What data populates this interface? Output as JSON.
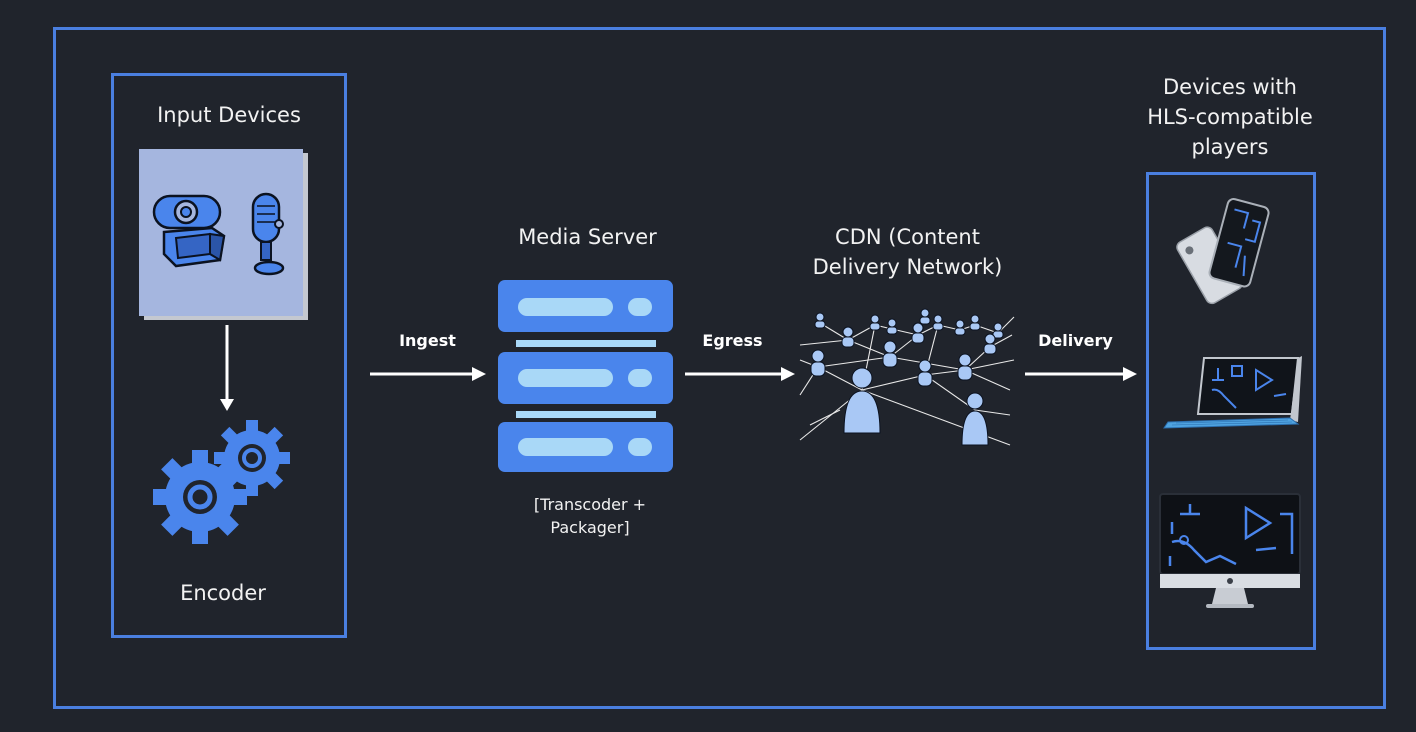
{
  "input": {
    "title": "Input Devices",
    "encoder_label": "Encoder"
  },
  "media_server": {
    "title": "Media Server",
    "note_line1": "[Transcoder +",
    "note_line2": "Packager]"
  },
  "cdn": {
    "title_line1": "CDN (Content",
    "title_line2": "Delivery Network)"
  },
  "output": {
    "title_line1": "Devices with",
    "title_line2": "HLS-compatible",
    "title_line3": "players"
  },
  "edges": {
    "ingest": "Ingest",
    "egress": "Egress",
    "delivery": "Delivery"
  },
  "colors": {
    "frame": "#4a7fe0",
    "accent": "#4a85ec",
    "light": "#a9d8f7",
    "background": "#20242c"
  },
  "icons": [
    "webcam-icon",
    "microphone-icon",
    "gear-icon",
    "server-icon",
    "network-icon",
    "smartphone-icon",
    "tablet-icon",
    "monitor-icon"
  ]
}
